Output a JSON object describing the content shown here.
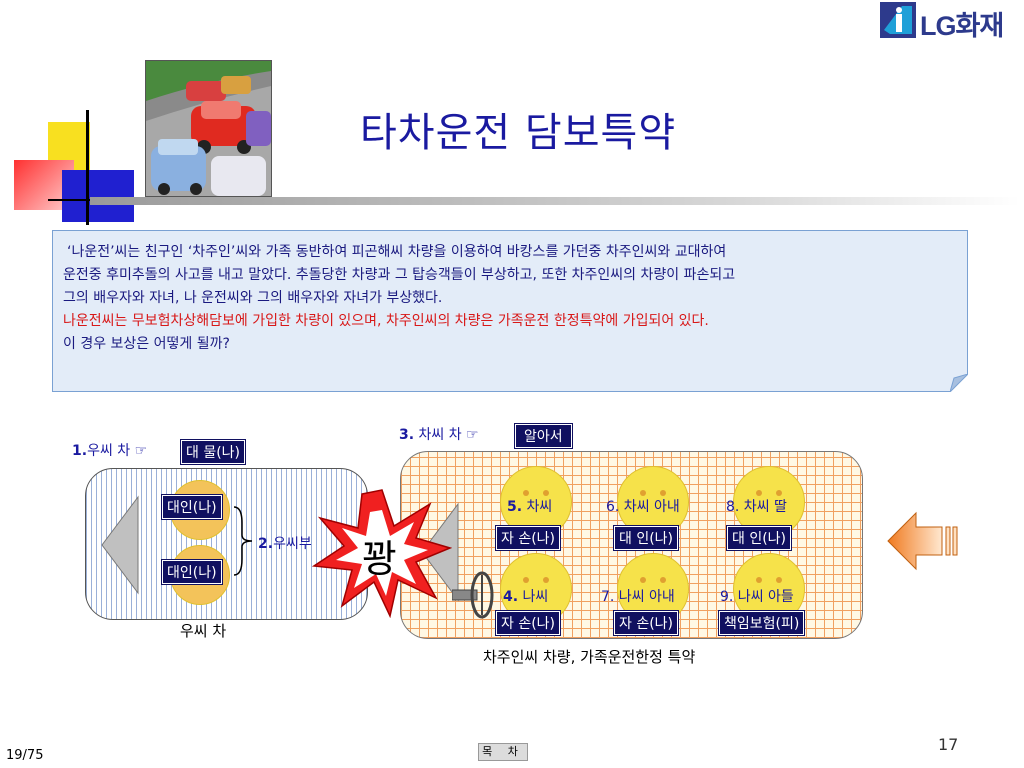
{
  "logo": {
    "text": "LG화재"
  },
  "title": "타차운전  담보특약",
  "note": {
    "line1": "‘나운전’씨는 친구인 ‘차주인’씨와 가족 동반하여 피곤해씨 차량을 이용하여 바캉스를 가던중 차주인씨와 교대하여",
    "line2": "운전중 후미추돌의 사고를 내고 말았다. 추돌당한 차량과 그 탑승객들이 부상하고, 또한 차주인씨의 차량이 파손되고",
    "line3": "그의 배우자와 자녀, 나 운전씨와 그의 배우자와 자녀가 부상했다.",
    "line4": "나운전씨는 무보험차상해담보에 가입한 차량이 있으며, 차주인씨의 차량은 가족운전 한정특약에 가입되어 있다.",
    "line5": "이 경우 보상은 어떻게 될까?"
  },
  "diagram": {
    "item1": {
      "num": "1.",
      "text": "우씨 차 ☞",
      "badge": "대 물(나)"
    },
    "item2": {
      "num": "2.",
      "text": "우씨부",
      "badge_top": "대인(나)",
      "badge_bottom": "대인(나)"
    },
    "item3": {
      "num": "3.",
      "text": " 차씨 차 ☞",
      "badge": "알아서"
    },
    "item4": {
      "num": "4.",
      "text": " 나씨",
      "badge": "자 손(나)"
    },
    "item5": {
      "num": "5.",
      "text": " 차씨",
      "badge": "자 손(나)"
    },
    "item6": {
      "text": "6. 차씨 아내",
      "badge": "대 인(나)"
    },
    "item7": {
      "text": "7. 나씨 아내",
      "badge": "자 손(나)"
    },
    "item8": {
      "text": "8. 차씨 딸",
      "badge": "대 인(나)"
    },
    "item9": {
      "text": "9. 나씨 아들",
      "badge": "책임보험(피)"
    },
    "crash": "꽝",
    "left_car_label": "우씨 차",
    "right_car_label": "차주인씨 차량, 가족운전한정 특약"
  },
  "footer": {
    "slide": "19/75",
    "page": "17",
    "toc": "목 차"
  }
}
